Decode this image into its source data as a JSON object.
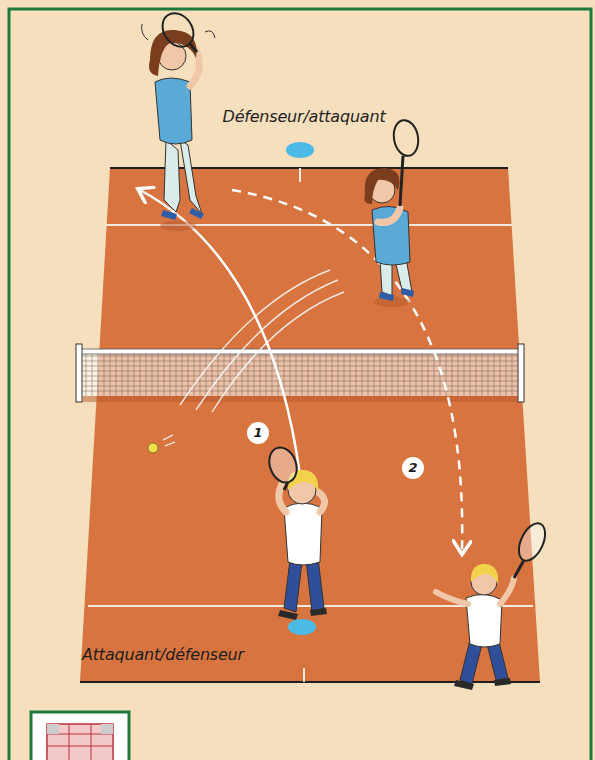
{
  "diagram": {
    "labels": [
      "Défenseur/attaquant",
      "1",
      "2",
      "Attaquant/défenseur"
    ]
  }
}
